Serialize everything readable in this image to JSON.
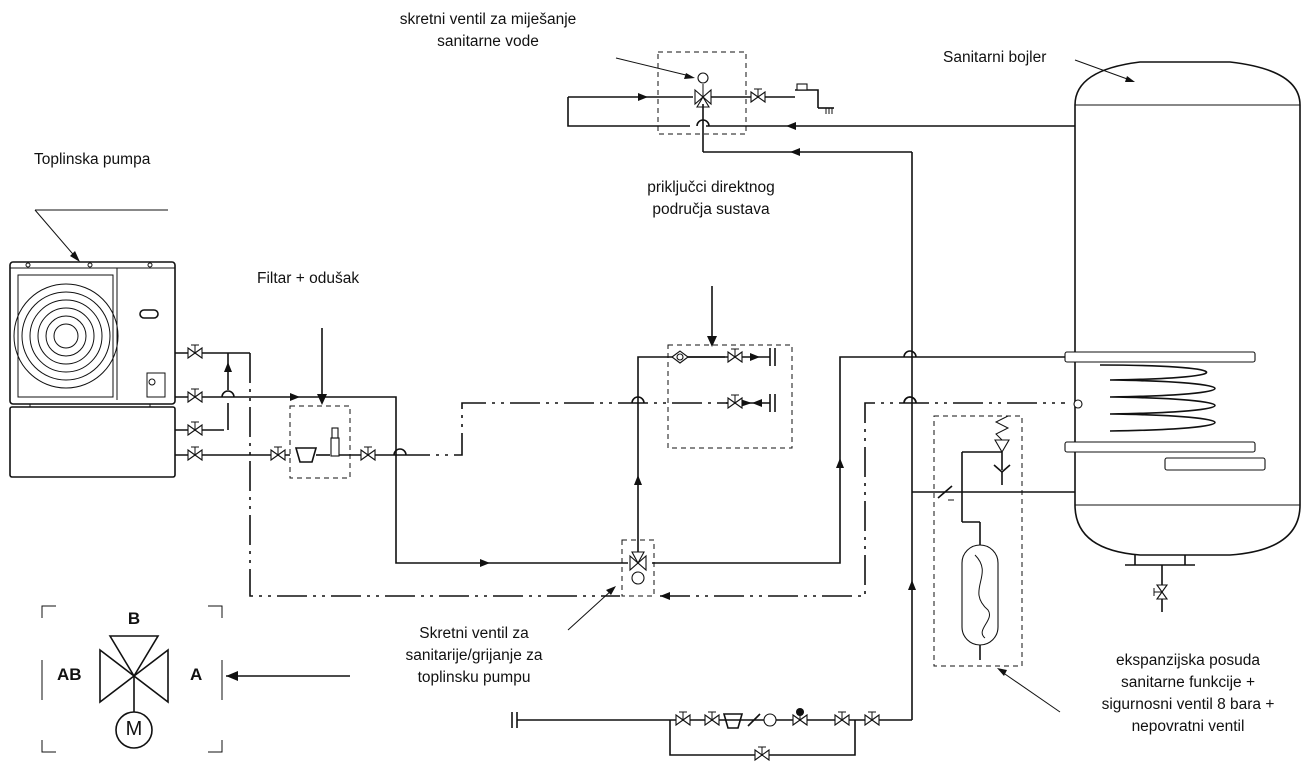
{
  "labels": {
    "mixing_valve_line1": "skretni ventil za miješanje",
    "mixing_valve_line2": "sanitarne vode",
    "boiler": "Sanitarni bojler",
    "heat_pump": "Toplinska pumpa",
    "direct_zone_line1": "priključci direktnog",
    "direct_zone_line2": "područja sustava",
    "filter": "Filtar + odušak",
    "diverter_line1": "Skretni ventil za",
    "diverter_line2": "sanitarije/grijanje za",
    "diverter_line3": "toplinsku pumpu",
    "expansion_line1": "ekspanzijska posuda",
    "expansion_line2": "sanitarne funkcije +",
    "expansion_line3": "sigurnosni ventil 8 bara +",
    "expansion_line4": "nepovratni ventil"
  },
  "detail": {
    "port_b": "B",
    "port_ab": "AB",
    "port_a": "A",
    "motor": "M"
  }
}
